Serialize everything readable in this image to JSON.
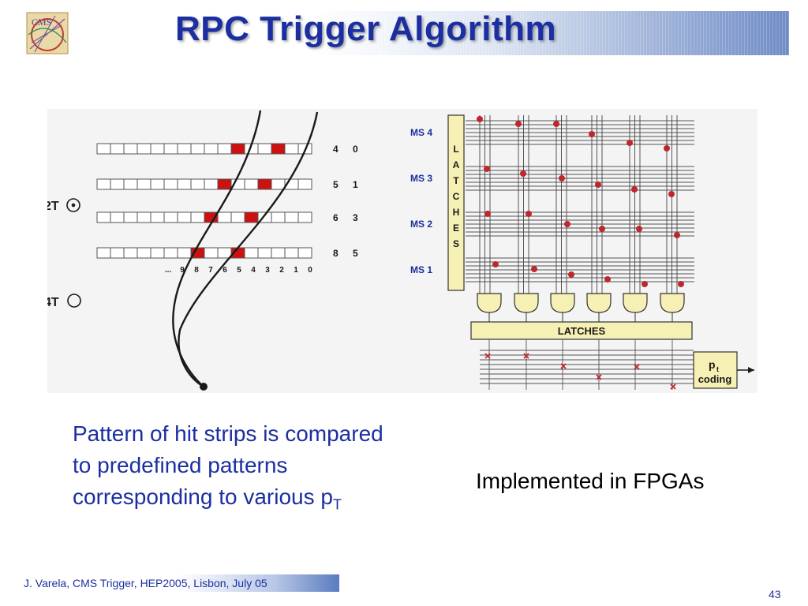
{
  "slide": {
    "title": "RPC Trigger Algorithm",
    "logo_text": "CMS",
    "body_lines": [
      "Pattern of hit strips is compared",
      "to predefined patterns",
      "corresponding to various p"
    ],
    "body_sub": "T",
    "fpga_note": "Implemented in FPGAs",
    "footer": "J. Varela, CMS Trigger, HEP2005, Lisbon, July 05",
    "page_number": "43"
  },
  "left_diagram": {
    "field_labels": [
      "2T",
      "4T"
    ],
    "row_numbers": [
      [
        "4",
        "0"
      ],
      [
        "5",
        "1"
      ],
      [
        "6",
        "3"
      ],
      [
        "8",
        "5"
      ]
    ],
    "strip_index_labels": [
      "...",
      "9",
      "8",
      "7",
      "6",
      "5",
      "4",
      "3",
      "2",
      "1",
      "0"
    ],
    "hit_color": "#cc1111"
  },
  "right_diagram": {
    "ms_labels": [
      "MS 4",
      "MS 3",
      "MS 2",
      "MS 1"
    ],
    "latch_vertical_letters": [
      "L",
      "A",
      "T",
      "C",
      "H",
      "E",
      "S"
    ],
    "latches_label": "LATCHES",
    "pt_label": "p",
    "pt_sub": "t",
    "coding_label": "coding",
    "box_fill": "#f6f0b4",
    "dot_color": "#c0272d"
  }
}
